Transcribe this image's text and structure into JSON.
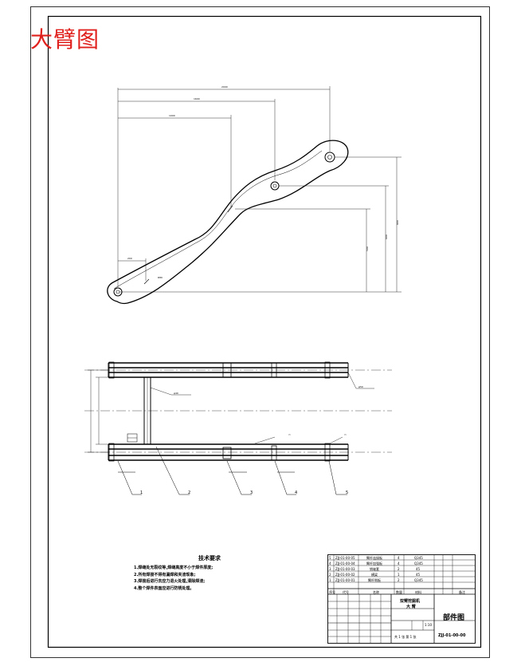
{
  "drawing": {
    "title": "大臂图"
  },
  "technical_requirements": {
    "title": "技术要求",
    "items": [
      "1.焊缝处无裂纹等,焊缝高度不小于焊件厚度;",
      "2.所有焊接不得有漏焊和夹渣现象;",
      "3.焊接后进行去应力退火处理,清除焊渣;",
      "4.整个焊件表面应进行防锈处理。"
    ]
  },
  "callouts": [
    "1",
    "2",
    "3",
    "4",
    "5"
  ],
  "title_block": {
    "part_name": "双臂挖掘机",
    "part_sub": "大 臂",
    "drawing_type": "部件图",
    "drawing_number": "ZJJ-01-00-00",
    "sheet_info": "共 1 张  第 1 张",
    "scale": "1:10",
    "bom_rows": [
      {
        "no": "5",
        "code": "ZJJ-01-00-05",
        "name": "臂杆连接板",
        "qty": "4",
        "mat": "Q345"
      },
      {
        "no": "4",
        "code": "ZJJ-01-00-04",
        "name": "臂杆加强板",
        "qty": "4",
        "mat": "Q345"
      },
      {
        "no": "3",
        "code": "ZJJ-01-00-03",
        "name": "销轴套",
        "qty": "2",
        "mat": "45"
      },
      {
        "no": "2",
        "code": "ZJJ-01-00-02",
        "name": "横梁",
        "qty": "1",
        "mat": "45"
      },
      {
        "no": "1",
        "code": "ZJJ-01-00-01",
        "name": "臂杆侧板",
        "qty": "2",
        "mat": "Q345"
      }
    ],
    "header": [
      "序号",
      "代号",
      "名称",
      "数量",
      "材料",
      "备注"
    ]
  }
}
